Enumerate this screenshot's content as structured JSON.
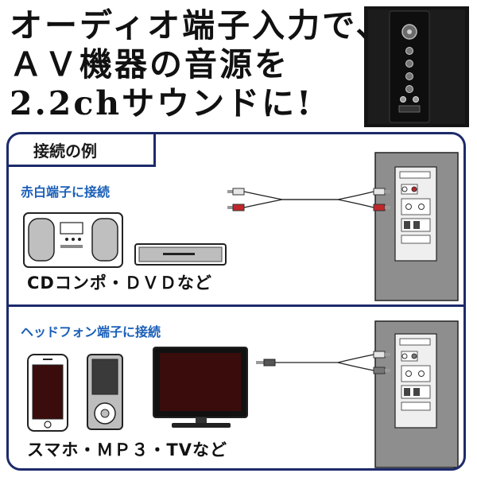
{
  "headline": {
    "line1": "オーディオ端子入力で、",
    "line2": "ＡＶ機器の音源を",
    "line3": "2.2chサウンドに!"
  },
  "example_tab": "接続の例",
  "section1": {
    "label": "赤白端子に接続",
    "caption": "CDコンポ・ＤＶＤなど"
  },
  "section2": {
    "label": "ヘッドフォン端子に接続",
    "caption": "スマホ・ＭＰ３・TVなど"
  },
  "colors": {
    "navy": "#1d2a6b",
    "label_blue": "#1a5fb8",
    "rca_red": "#c0262b",
    "speaker_gray": "#8e8e8e"
  }
}
